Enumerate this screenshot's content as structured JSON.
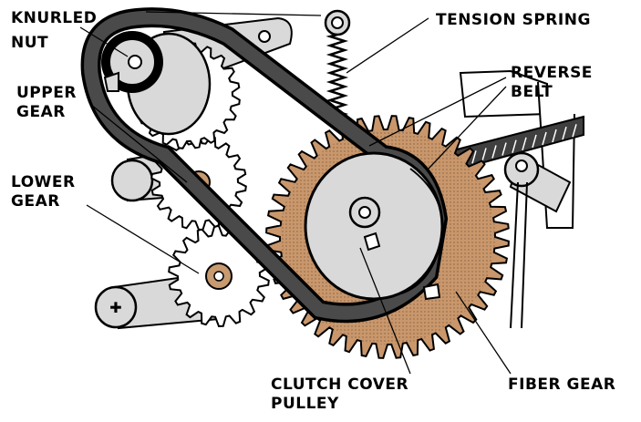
{
  "labels": {
    "knurled_nut": [
      "KNURLED",
      "NUT"
    ],
    "tension_spring": "TENSION SPRING",
    "reverse_belt": [
      "REVERSE",
      "BELT"
    ],
    "upper_gear": [
      "UPPER",
      "GEAR"
    ],
    "lower_gear": [
      "LOWER",
      "GEAR"
    ],
    "clutch_cover_pulley": [
      "CLUTCH COVER",
      "PULLEY"
    ],
    "fiber_gear": "FIBER GEAR"
  },
  "colors": {
    "fiber_gear": "#c9976b",
    "fiber_gear_shade": "#b98456",
    "metal": "#d9d9d9",
    "metal_dark": "#a8a8a8",
    "belt": "#3f3f3f",
    "outline": "#000000",
    "hub": "#c79a70"
  }
}
